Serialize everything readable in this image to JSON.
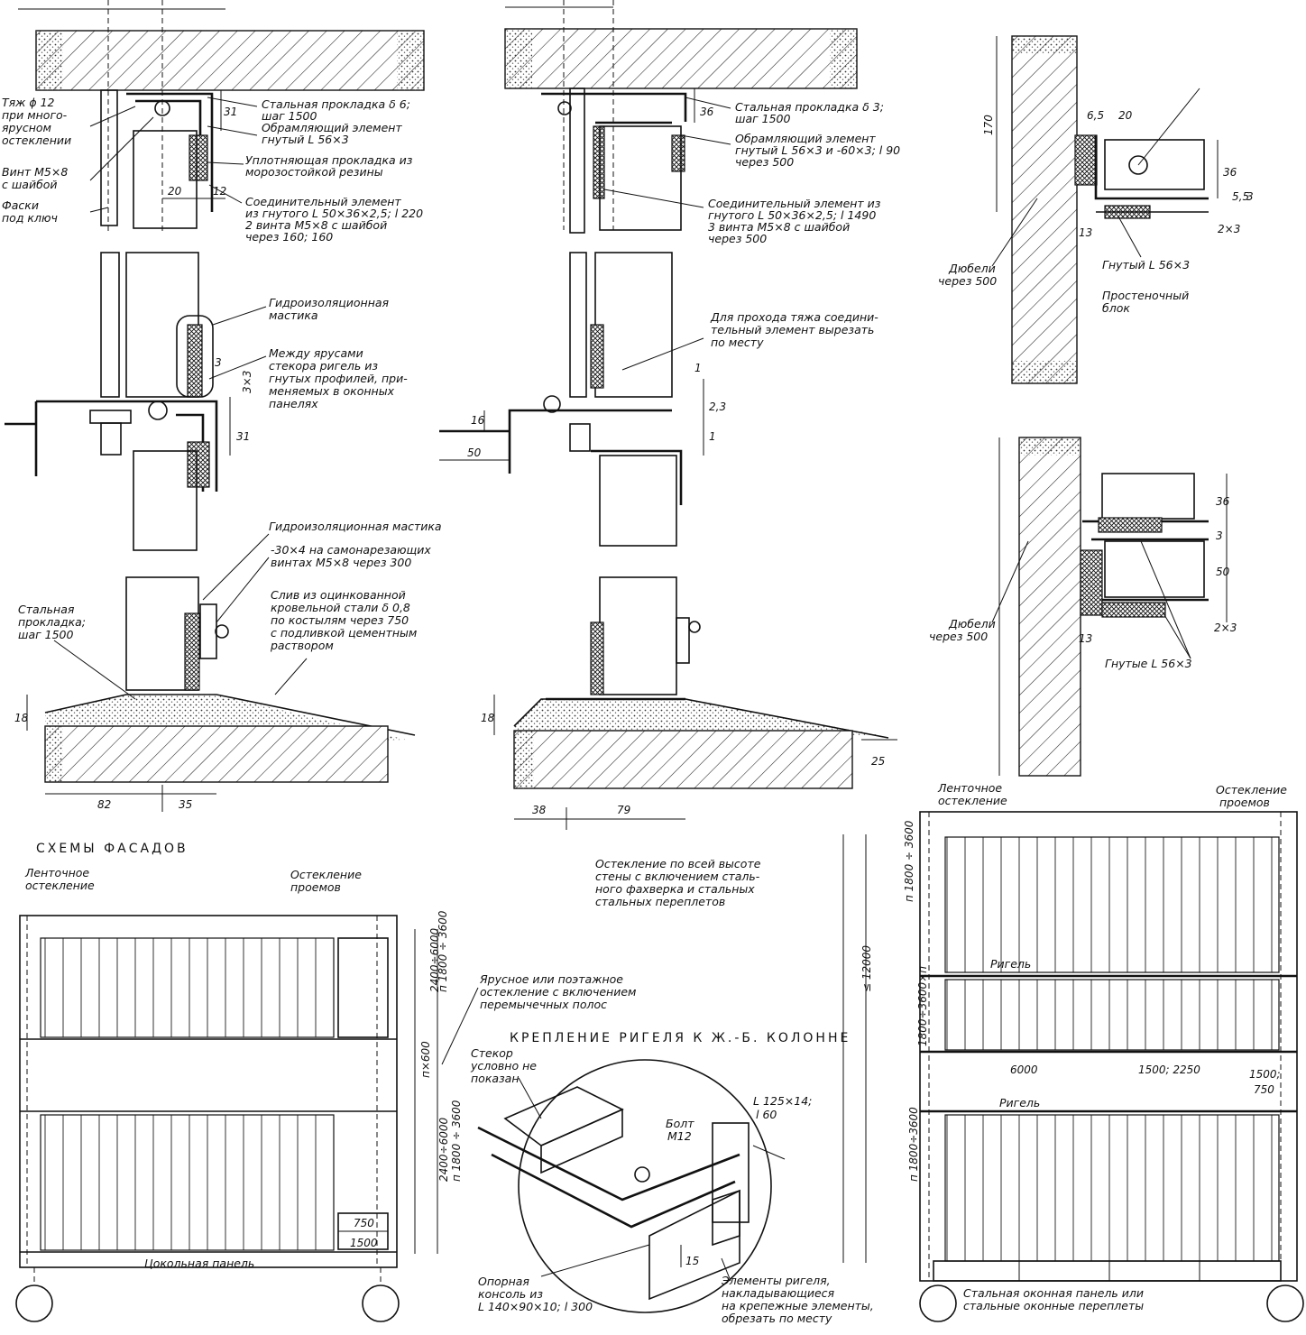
{
  "heading_facades": "СХЕМЫ ФАСАДОВ",
  "heading_fastening": "КРЕПЛЕНИЕ РИГЕЛЯ К Ж.-Б. КОЛОННЕ",
  "detail_top_left": {
    "tie": [
      "Тяж ϕ 12",
      "при много-",
      "ярусном",
      "остеклении"
    ],
    "screw": [
      "Винт М5×8",
      "с шайбой"
    ],
    "chamfer": [
      "Фаски",
      "под ключ"
    ],
    "steel_pad": [
      "Стальная прокладка δ 6;",
      "шаг 1500"
    ],
    "frame_element": [
      "Обрамляющий элемент",
      "гнутый L 56×3"
    ],
    "seal": [
      "Уплотняющая прокладка из",
      "морозостойкой резины"
    ],
    "connector": [
      "Соединительный элемент",
      "из гнутого L 50×36×2,5; l 220",
      "2 винта М5×8 с шайбой",
      "через 160; 160"
    ],
    "dims": [
      "20",
      "12",
      "31"
    ]
  },
  "detail_top_middle": {
    "steel_pad": [
      "Стальная прокладка δ 3;",
      "шаг 1500"
    ],
    "frame_element": [
      "Обрамляющий элемент",
      "гнутый L 56×3 и -60×3; l 90",
      "через 500"
    ],
    "connector": [
      "Соединительный элемент из",
      "гнутого L 50×36×2,5; l 1490",
      "3 винта М5×8 с шайбой",
      "через 500"
    ],
    "dims": [
      "36"
    ]
  },
  "detail_mid_left": {
    "mastic": [
      "Гидроизоляционная",
      "мастика"
    ],
    "tiers": [
      "Между ярусами",
      "стекора ригель из",
      "гнутых профилей, при-",
      "меняемых в оконных",
      "панелях"
    ],
    "dims": [
      "3",
      "3×3",
      "31"
    ]
  },
  "detail_mid_middle": {
    "note": [
      "Для прохода тяжа соедини-",
      "тельный элемент вырезать",
      "по месту"
    ],
    "dims": [
      "16",
      "50",
      "1",
      "2,3",
      "1"
    ]
  },
  "detail_bottom_left": {
    "mastic": "Гидроизоляционная мастика",
    "strip": [
      "-30×4 на самонарезающих",
      "винтах М5×8 через 300"
    ],
    "pad": [
      "Стальная",
      "прокладка;",
      "шаг 1500"
    ],
    "drain": [
      "Слив из оцинкованной",
      "кровельной стали δ 0,8",
      "по костылям через 750",
      "с подливкой цементным",
      "раствором"
    ],
    "dims": [
      "18",
      "82",
      "35"
    ]
  },
  "detail_bottom_middle": {
    "dims": [
      "18",
      "38",
      "79",
      "25"
    ]
  },
  "detail_right_top": {
    "dowels": [
      "Дюбели",
      "через 500"
    ],
    "bent": "Гнутый L 56×3",
    "block": [
      "Простеночный",
      "блок"
    ],
    "dims": [
      "6,5",
      "20",
      "36",
      "5,5",
      "3",
      "2×3",
      "13",
      "170"
    ]
  },
  "detail_right_mid": {
    "dowels": [
      "Дюбели",
      "через 500"
    ],
    "bent": "Гнутые L 56×3",
    "dims": [
      "36",
      "3",
      "50",
      "2×3",
      "13"
    ]
  },
  "facade_left": {
    "ribbon": [
      "Ленточное",
      "остекление"
    ],
    "openings": [
      "Остекление",
      "проемов"
    ],
    "tier_note": [
      "Ярусное или поэтажное",
      "остекление с включением",
      "перемычечных полос"
    ],
    "plinth": "Цокольная панель",
    "dims": [
      "2400÷6000",
      "п 1800 ÷ 3600",
      "п×600",
      "2400÷6000",
      "п 1800 ÷ 3600",
      "750",
      "1500"
    ]
  },
  "facade_right": {
    "ribbon": [
      "Ленточное",
      "остекление"
    ],
    "openings": [
      "Остекление",
      "проемов"
    ],
    "full_height": [
      "Остекление по всей высоте",
      "стены с включением сталь-",
      "ного фахверка и стальных",
      "стальных переплетов"
    ],
    "girt": "Ригель",
    "girt2": "Ригель",
    "window_panel": [
      "Стальная оконная панель или",
      "стальные оконные переплеты"
    ],
    "dims": [
      "≤ 12000",
      "п 1800 ÷ 3600",
      "1800÷3600×п",
      "п 1800÷3600",
      "6000",
      "1500; 2250",
      "1500;",
      "750"
    ]
  },
  "fastening": {
    "glass": [
      "Стекор",
      "условно не",
      "показан"
    ],
    "angle": [
      "L 125×14;",
      "l 60"
    ],
    "bolt": [
      "Болт",
      "М12"
    ],
    "console": [
      "Опорная",
      "консоль из",
      "L 140×90×10; l 300"
    ],
    "cut_note": [
      "Элементы ригеля,",
      "накладывающиеся",
      "на крепежные элементы,",
      "обрезать по месту"
    ],
    "dim": "15"
  }
}
